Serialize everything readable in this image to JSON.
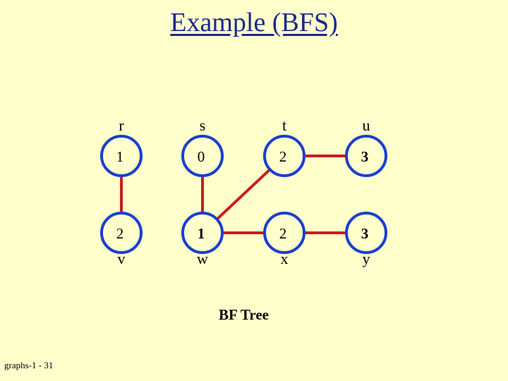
{
  "title": "Example (BFS)",
  "caption": "BF Tree",
  "footer": "graphs-1 - 31",
  "colors": {
    "background": "#ffffcc",
    "node_border": "#1a3fcf",
    "node_fill": "#ffffcc",
    "edge": "#c81e1e",
    "title": "#1a2a8a"
  },
  "nodes": [
    {
      "id": "r",
      "label": "r",
      "value": "1",
      "bold": false
    },
    {
      "id": "s",
      "label": "s",
      "value": "0",
      "bold": false
    },
    {
      "id": "t",
      "label": "t",
      "value": "2",
      "bold": false
    },
    {
      "id": "u",
      "label": "u",
      "value": "3",
      "bold": true
    },
    {
      "id": "v",
      "label": "v",
      "value": "2",
      "bold": false
    },
    {
      "id": "w",
      "label": "w",
      "value": "1",
      "bold": true
    },
    {
      "id": "x",
      "label": "x",
      "value": "2",
      "bold": false
    },
    {
      "id": "y",
      "label": "y",
      "value": "3",
      "bold": true
    }
  ],
  "edges": [
    [
      "r",
      "v"
    ],
    [
      "s",
      "w"
    ],
    [
      "w",
      "t"
    ],
    [
      "t",
      "u"
    ],
    [
      "w",
      "x"
    ],
    [
      "x",
      "y"
    ]
  ]
}
